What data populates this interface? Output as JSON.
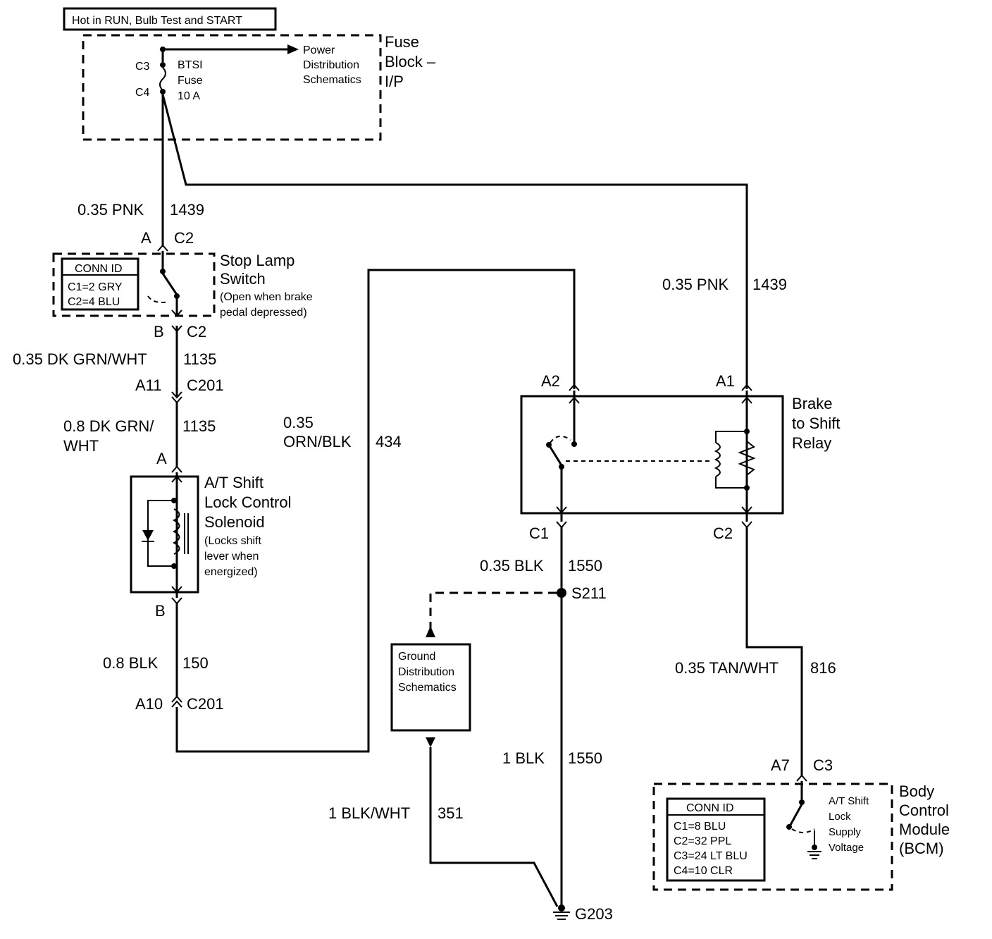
{
  "header_box": "Hot in RUN, Bulb Test and START",
  "fuse_block": {
    "title_lines": [
      "Fuse",
      "Block –",
      "I/P"
    ],
    "pin_top": "C3",
    "pin_bottom": "C4",
    "fuse_lines": [
      "BTSI",
      "Fuse",
      "10 A"
    ],
    "power_ref_lines": [
      "Power",
      "Distribution",
      "Schematics"
    ]
  },
  "stop_lamp_switch": {
    "title_lines": [
      "Stop Lamp",
      "Switch"
    ],
    "note_lines": [
      "(Open when brake",
      "pedal depressed)"
    ],
    "conn_title": "CONN ID",
    "conn_lines": [
      "C1=2 GRY",
      "C2=4 BLU"
    ],
    "top_pin": "A",
    "top_conn": "C2",
    "bottom_pin": "B",
    "bottom_conn": "C2"
  },
  "wires": {
    "w1_gauge": "0.35 PNK",
    "w1_circuit": "1439",
    "w2_gauge": "0.35 DK GRN/WHT",
    "w2_circuit": "1135",
    "w3_gauge_lines": [
      "0.8 DK GRN/",
      "WHT"
    ],
    "w3_circuit": "1135",
    "w4_gauge": "0.8 BLK",
    "w4_circuit": "150",
    "w5_gauge_lines": [
      "0.35",
      "ORN/BLK"
    ],
    "w5_circuit": "434",
    "w6_gauge": "0.35 PNK",
    "w6_circuit": "1439",
    "w7_gauge": "0.35 BLK",
    "w7_circuit": "1550",
    "w8_gauge": "1 BLK",
    "w8_circuit": "1550",
    "w9_gauge": "1 BLK/WHT",
    "w9_circuit": "351",
    "w10_gauge": "0.35 TAN/WHT",
    "w10_circuit": "816"
  },
  "c201": {
    "pin_a11": "A11",
    "conn_1": "C201",
    "pin_a10": "A10",
    "conn_2": "C201"
  },
  "solenoid": {
    "title_lines": [
      "A/T Shift",
      "Lock Control",
      "Solenoid"
    ],
    "note_lines": [
      "(Locks shift",
      "lever when",
      "energized)"
    ],
    "top_pin": "A",
    "bottom_pin": "B"
  },
  "relay": {
    "title_lines": [
      "Brake",
      "to Shift",
      "Relay"
    ],
    "pin_a2": "A2",
    "pin_a1": "A1",
    "pin_c1": "C1",
    "pin_c2": "C2"
  },
  "splice": "S211",
  "ground_ref_lines": [
    "Ground",
    "Distribution",
    "Schematics"
  ],
  "ground": "G203",
  "bcm": {
    "title_lines": [
      "Body",
      "Control",
      "Module",
      "(BCM)"
    ],
    "pin": "A7",
    "conn": "C3",
    "conn_title": "CONN ID",
    "conn_lines": [
      "C1=8 BLU",
      "C2=32 PPL",
      "C3=24 LT BLU",
      "C4=10 CLR"
    ],
    "supply_lines": [
      "A/T Shift",
      "Lock",
      "Supply",
      "Voltage"
    ]
  },
  "colors": {
    "ink": "#000000",
    "paper": "#ffffff"
  }
}
